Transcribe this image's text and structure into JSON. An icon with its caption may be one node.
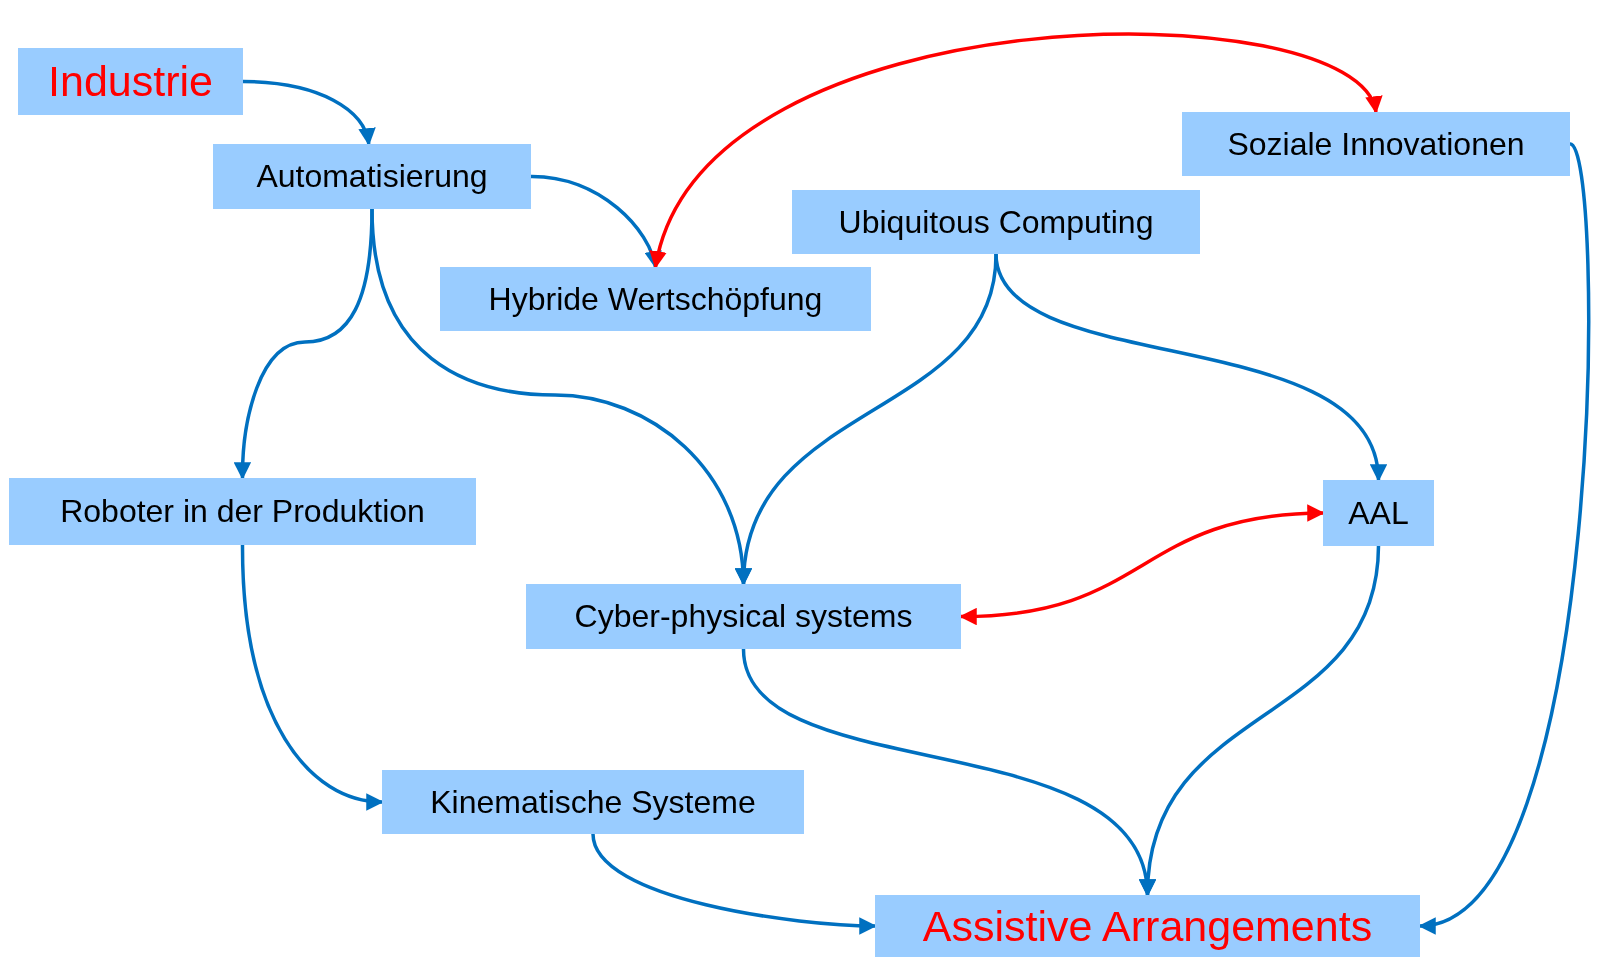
{
  "diagram": {
    "nodes": [
      {
        "text": [
          "Industrie"
        ]
      },
      {
        "text": [
          "Automatisierung"
        ]
      },
      {
        "text": [
          "Hybride Wertschöpfung"
        ]
      },
      {
        "text": [
          "Soziale Innovationen"
        ]
      },
      {
        "text": [
          "Ubiquitous Computing"
        ]
      },
      {
        "text": [
          "Roboter in der Produktion"
        ]
      },
      {
        "text": [
          "AAL"
        ]
      },
      {
        "text": [
          "Cyber-physical systems"
        ]
      },
      {
        "text": [
          "Kinematische Systeme"
        ]
      },
      {
        "text": [
          "Assistive Arrangements"
        ]
      }
    ],
    "edges": [
      {
        "from": 0,
        "to": 1,
        "arrow": "to"
      },
      {
        "from": 1,
        "to": 2,
        "arrow": "to"
      },
      {
        "from": 1,
        "to": 5,
        "arrow": "to"
      },
      {
        "from": 1,
        "to": 7,
        "arrow": "to"
      },
      {
        "from": 2,
        "to": 3,
        "arrow": "both",
        "color": "#ff0000"
      },
      {
        "from": 4,
        "to": 7,
        "arrow": "to"
      },
      {
        "from": 4,
        "to": 6,
        "arrow": "to"
      },
      {
        "from": 7,
        "to": 6,
        "arrow": "both",
        "color": "#ff0000"
      },
      {
        "from": 5,
        "to": 8,
        "arrow": "to"
      },
      {
        "from": 7,
        "to": 9,
        "arrow": "to"
      },
      {
        "from": 6,
        "to": 9,
        "arrow": "to"
      },
      {
        "from": 8,
        "to": 9,
        "arrow": "to"
      },
      {
        "from": 3,
        "to": 9,
        "arrow": "to"
      }
    ]
  }
}
